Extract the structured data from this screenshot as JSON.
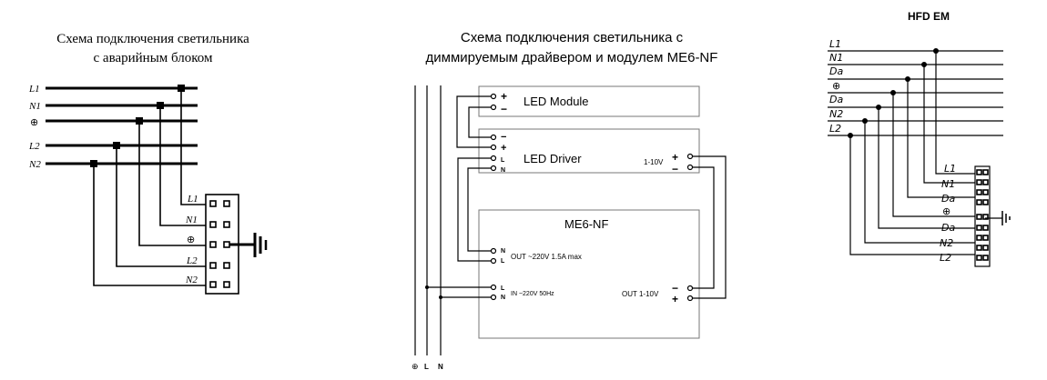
{
  "left": {
    "title_line1": "Схема подключения светильника",
    "title_line2": "с аварийным блоком",
    "bus_labels": [
      "L1",
      "N1",
      "⊕",
      "L2",
      "N2"
    ],
    "terminal_labels": [
      "L1",
      "N1",
      "⊕",
      "L2",
      "N2"
    ]
  },
  "middle": {
    "title_line1": "Схема подключения светильника с",
    "title_line2": "диммируемым драйвером и модулем ME6-NF",
    "led_module": {
      "label": "LED Module",
      "pins": [
        "+",
        "−"
      ]
    },
    "led_driver": {
      "label": "LED Driver",
      "pins": [
        "−",
        "+",
        "L",
        "N"
      ],
      "dim_label": "1-10V",
      "dim_pins": [
        "+",
        "−"
      ]
    },
    "me6": {
      "label": "ME6-NF",
      "out_pins": [
        "N",
        "L"
      ],
      "out_label": "OUT ~220V 1.5A max",
      "in_pins": [
        "L",
        "N"
      ],
      "in_label": "IN ~220V 50Hz",
      "dim_label": "OUT 1-10V",
      "dim_pins": [
        "−",
        "+"
      ]
    },
    "supply_labels": [
      "⊕",
      "L",
      "N"
    ]
  },
  "right": {
    "title": "HFD EM",
    "bus_labels": [
      "L1",
      "N1",
      "Da",
      "⊕",
      "Da",
      "N2",
      "L2"
    ],
    "terminal_labels": [
      "L1",
      "N1",
      "Da",
      "⊕",
      "Da",
      "N2",
      "L2"
    ]
  }
}
